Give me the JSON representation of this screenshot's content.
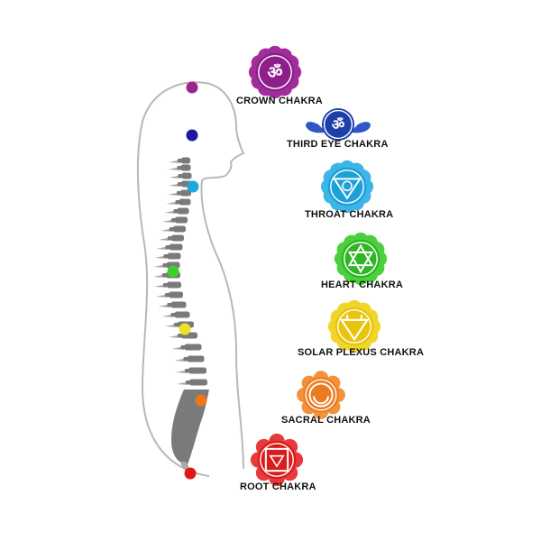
{
  "chakras": [
    {
      "label": "CROWN CHAKRA",
      "symbol": "crown-om-symbol",
      "color": "#8e1f8a",
      "petal_color": "#a12c9c",
      "dot_color": "#a0228f"
    },
    {
      "label": "THIRD EYE CHAKRA",
      "symbol": "third-eye-om-symbol",
      "color": "#1f3fa8",
      "petal_color": "#2f56c6",
      "dot_color": "#1a1aa0"
    },
    {
      "label": "THROAT CHAKRA",
      "symbol": "throat-triangle-symbol",
      "color": "#1da0d8",
      "petal_color": "#3cb6e6",
      "dot_color": "#1ea6e0"
    },
    {
      "label": "HEART CHAKRA",
      "symbol": "heart-hexagram-symbol",
      "color": "#2fb526",
      "petal_color": "#4ccf3c",
      "dot_color": "#3cd02c"
    },
    {
      "label": "SOLAR PLEXUS CHAKRA",
      "symbol": "solar-triangle-symbol",
      "color": "#e8c40a",
      "petal_color": "#f2d52a",
      "dot_color": "#f0e22a"
    },
    {
      "label": "SACRAL CHAKRA",
      "symbol": "sacral-moon-symbol",
      "color": "#ec7a1e",
      "petal_color": "#f3923a",
      "dot_color": "#f07418"
    },
    {
      "label": "ROOT CHAKRA",
      "symbol": "root-square-symbol",
      "color": "#d91d1d",
      "petal_color": "#e83a3a",
      "dot_color": "#e01818"
    }
  ],
  "colors": {
    "outline": "#b8b8b8",
    "spine": "#7a7a7a",
    "spine_light": "#a9a9a9"
  }
}
